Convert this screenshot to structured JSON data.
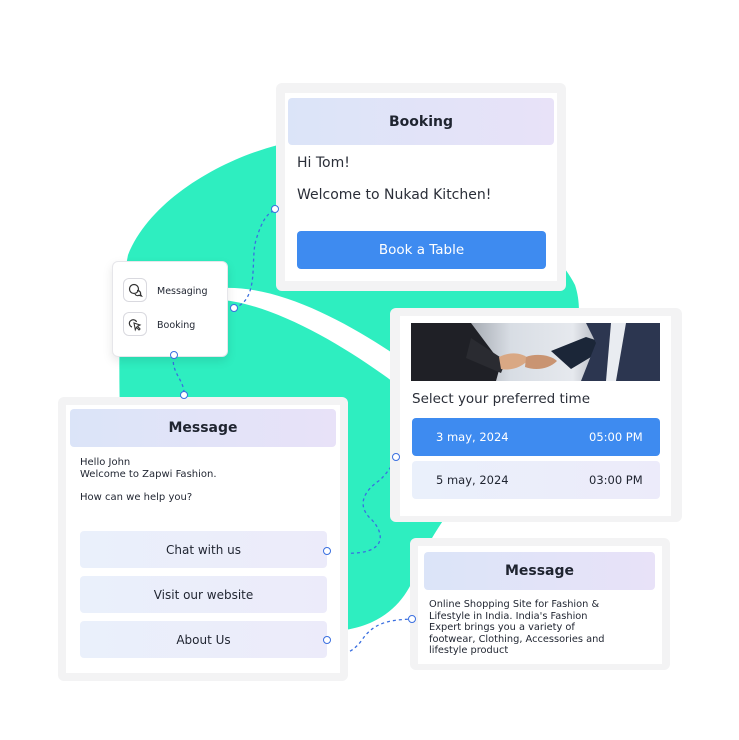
{
  "colors": {
    "teal": "#2eeec0",
    "blue": "#3e8bf0",
    "dashed": "#3a6fe0"
  },
  "menu": {
    "items": [
      {
        "label": "Messaging",
        "icon": "chat-bubbles-icon"
      },
      {
        "label": "Booking",
        "icon": "cursor-click-icon"
      }
    ]
  },
  "booking": {
    "title": "Booking",
    "greeting": "Hi Tom!",
    "welcome": "Welcome to Nukad Kitchen!",
    "button_label": "Book a Table"
  },
  "time_select": {
    "image": "handshake-photo",
    "prompt": "Select your preferred time",
    "slots": [
      {
        "date": "3 may, 2024",
        "time": "05:00 PM",
        "selected": true
      },
      {
        "date": "5 may, 2024",
        "time": "03:00 PM",
        "selected": false
      }
    ]
  },
  "message_left": {
    "title": "Message",
    "line1": "Hello John",
    "line2": "Welcome to Zapwi Fashion.",
    "line3": "How can we help you?",
    "options": [
      "Chat with us",
      "Visit our website",
      "About Us"
    ]
  },
  "message_right": {
    "title": "Message",
    "body": "Online Shopping Site for Fashion & Lifestyle in India. India's Fashion Expert brings you a variety of footwear, Clothing, Accessories and lifestyle product"
  }
}
